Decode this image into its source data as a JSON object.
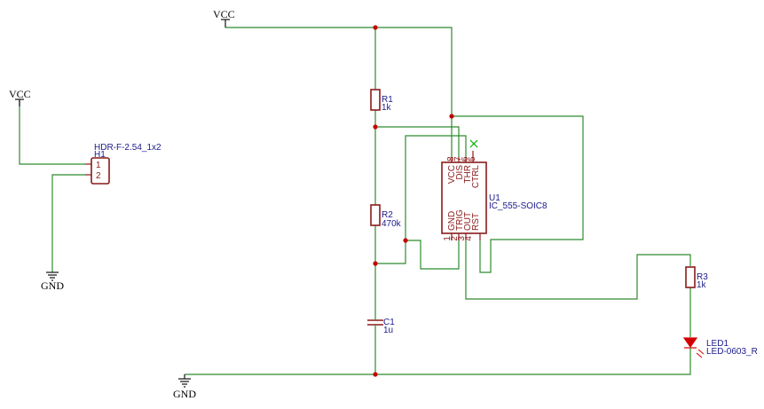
{
  "colors": {
    "wire": "#2e8b2e",
    "component": "#8b1a1a",
    "junction": "#c40000",
    "label": "#1a1a8c",
    "led": "#d40000",
    "no_connect": "#00aa00"
  },
  "power": {
    "vcc_main": "VCC",
    "vcc_header": "VCC",
    "gnd_header": "GND",
    "gnd_main": "GND"
  },
  "header": {
    "value": "HDR-F-2.54_1x2",
    "ref": "H1",
    "pin1": "1",
    "pin2": "2"
  },
  "r1": {
    "ref": "R1",
    "value": "1k"
  },
  "r2": {
    "ref": "R2",
    "value": "470k"
  },
  "c1": {
    "ref": "C1",
    "value": "1u"
  },
  "r3": {
    "ref": "R3",
    "value": "1k"
  },
  "led1": {
    "ref": "LED1",
    "value": "LED-0603_R"
  },
  "u1": {
    "ref": "U1",
    "value": "IC_555-SOIC8",
    "top_pins": [
      {
        "num": "8",
        "name": "VCC"
      },
      {
        "num": "7",
        "name": "DIS"
      },
      {
        "num": "6",
        "name": "THR"
      },
      {
        "num": "5",
        "name": "CTRL"
      }
    ],
    "bottom_pins": [
      {
        "num": "1",
        "name": "GND"
      },
      {
        "num": "2",
        "name": "TRIG"
      },
      {
        "num": "3",
        "name": "OUT"
      },
      {
        "num": "4",
        "name": "RST"
      }
    ]
  }
}
